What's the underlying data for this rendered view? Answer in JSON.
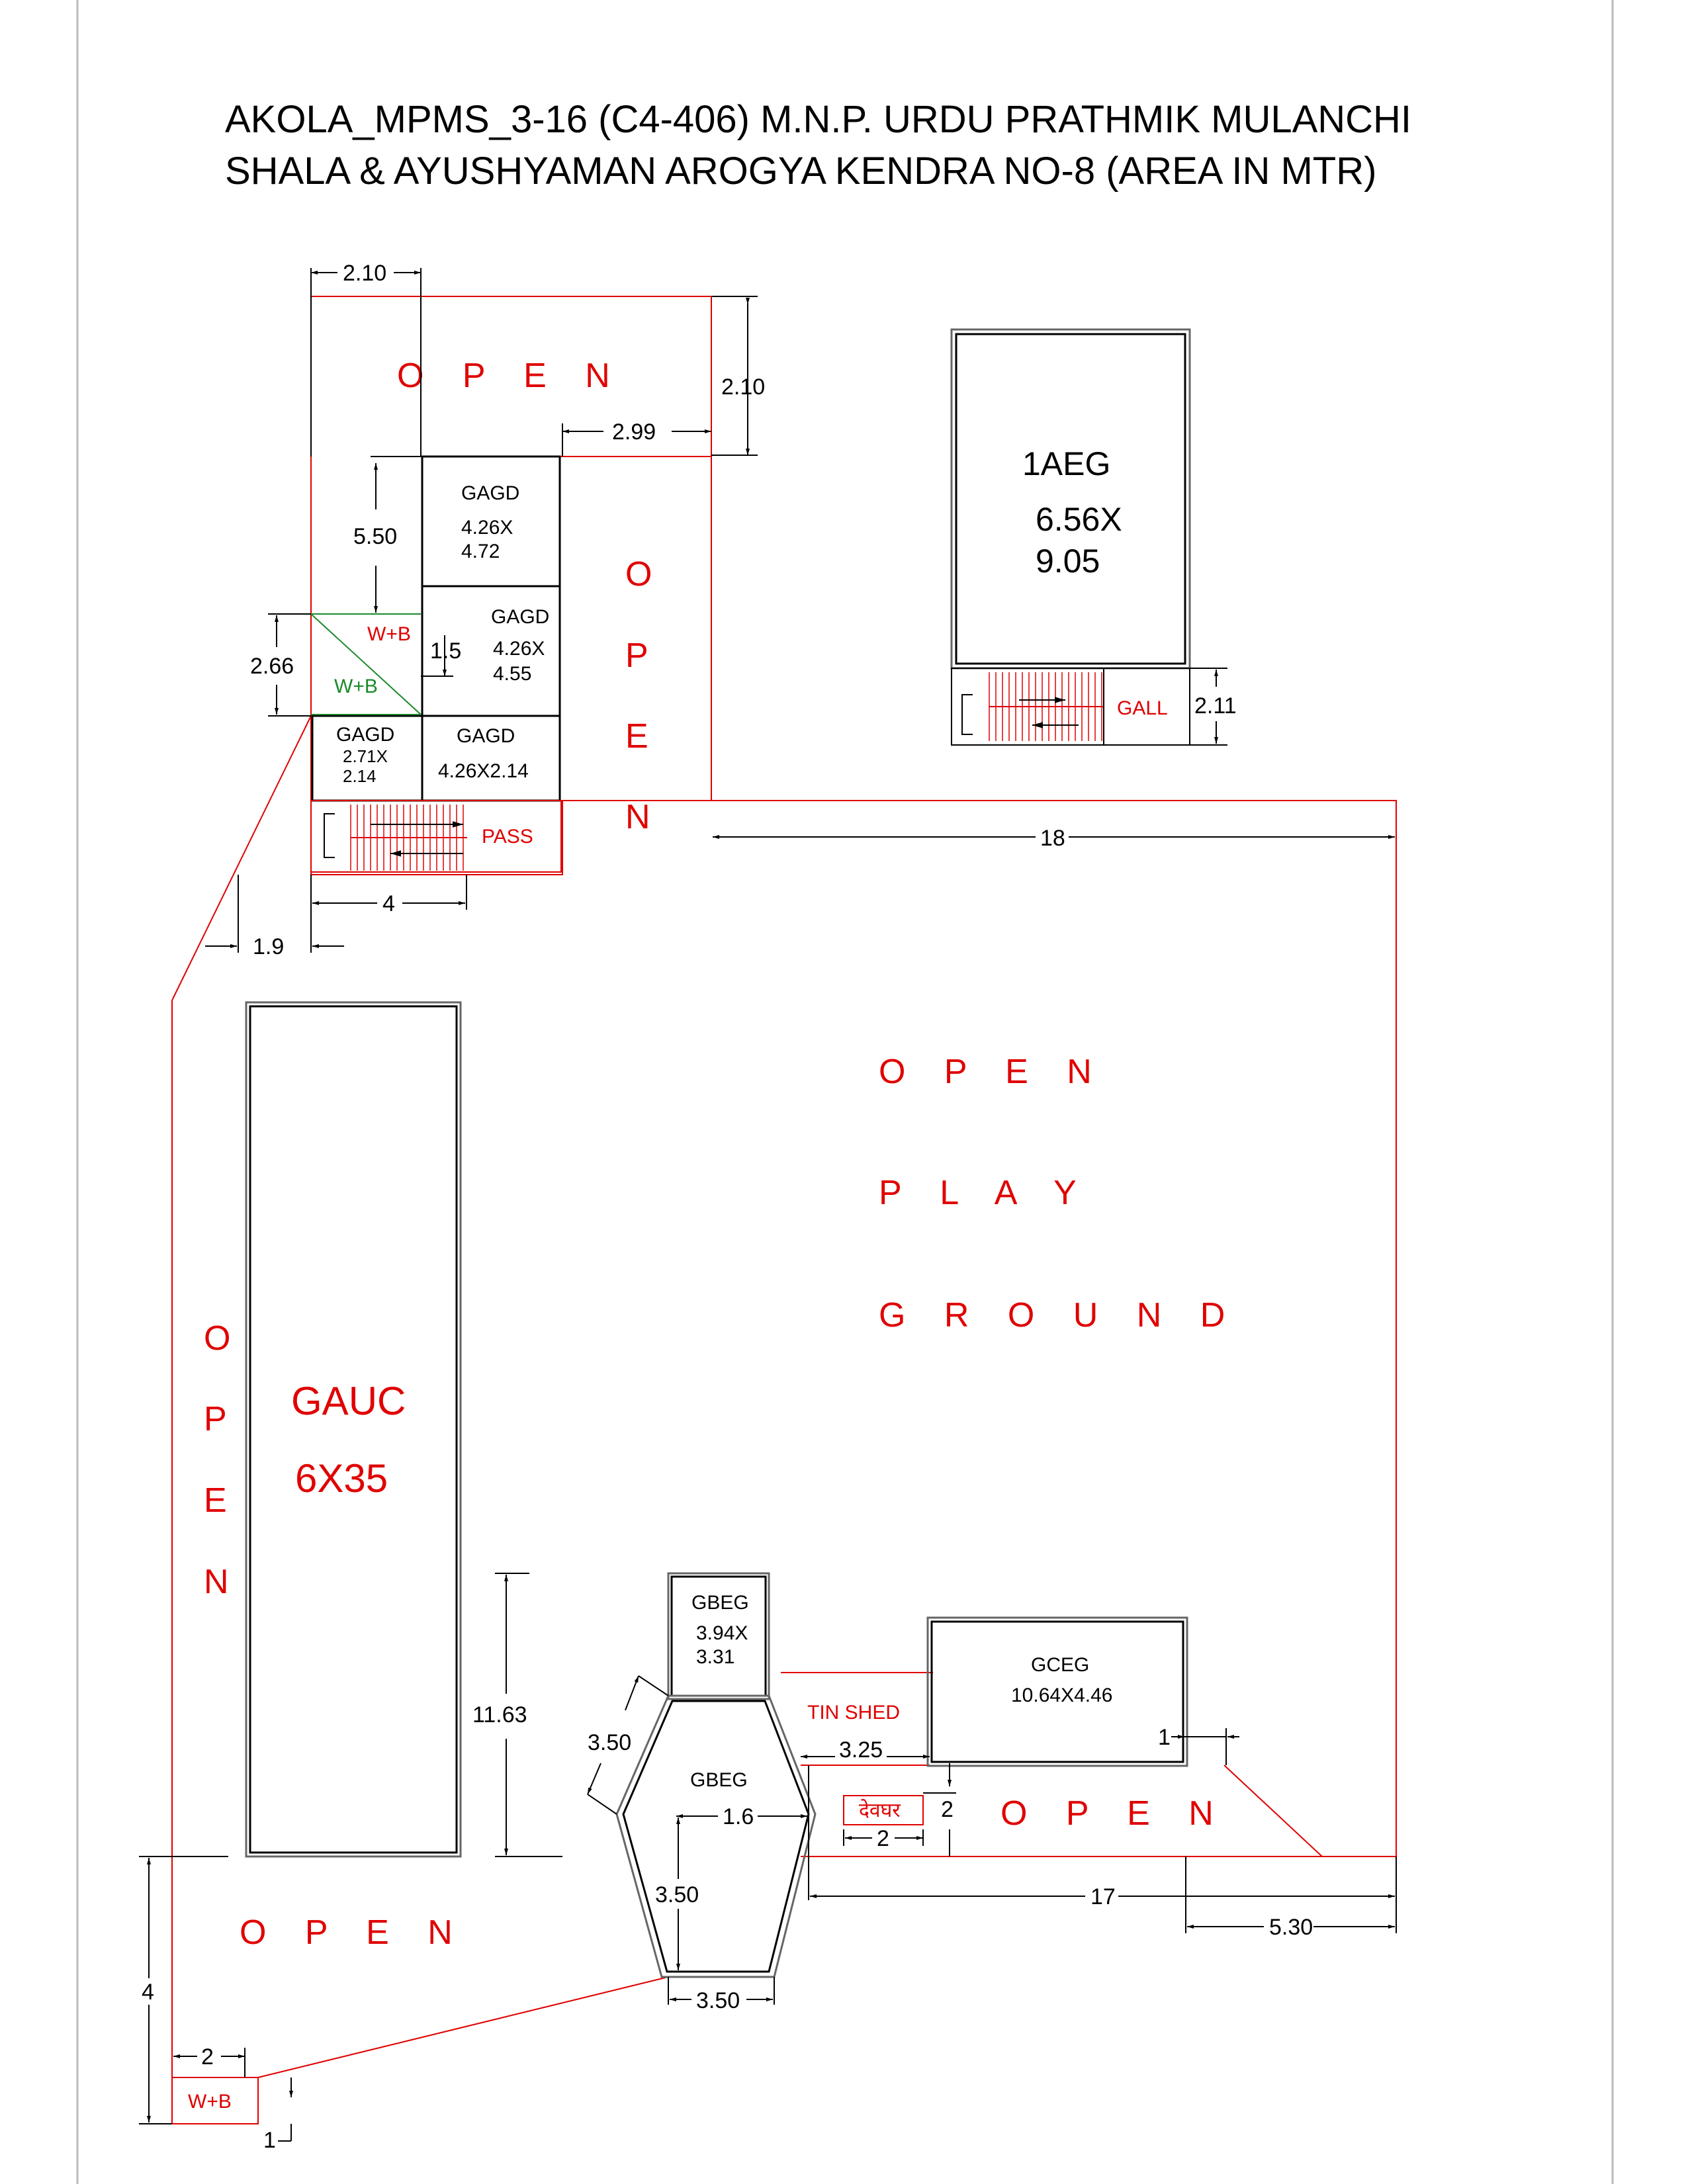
{
  "title": {
    "line1": "AKOLA_MPMS_3-16 (C4-406) M.N.P. URDU PRATHMIK MULANCHI",
    "line2": "SHALA & AYUSHYAMAN AROGYA KENDRA NO-8 (AREA IN MTR)"
  },
  "open_labels": {
    "top_left": "O P E N",
    "vertical_top": [
      "O",
      "P",
      "E",
      "N"
    ],
    "vertical_left": [
      "O",
      "P",
      "E",
      "N"
    ],
    "bottom_left": "O P E N",
    "bottom_right": "O P E N"
  },
  "playground": {
    "line1": "O P E N",
    "line2": "P L A Y",
    "line3": "G R O U N D"
  },
  "rooms": {
    "gagd_top": {
      "name": "GAGD",
      "l1": "4.26X",
      "l2": "4.72"
    },
    "gagd_mid": {
      "name": "GAGD",
      "l1": "4.26X",
      "l2": "4.55"
    },
    "gagd_small": {
      "name": "GAGD",
      "l1": "2.71X",
      "l2": "2.14"
    },
    "gagd_right": {
      "name": "GAGD",
      "l1": "4.26X2.14"
    },
    "wb_red": "W+B",
    "wb_green": "W+B",
    "wb_bottom": "W+B",
    "pass": "PASS",
    "aeg": {
      "name": "1AEG",
      "l1": "6.56X",
      "l2": "9.05"
    },
    "gall": "GALL",
    "gauc": {
      "name": "GAUC",
      "l1": "6X35"
    },
    "gbeg_top": {
      "name": "GBEG",
      "l1": "3.94X",
      "l2": "3.31"
    },
    "gbeg_hex": {
      "name": "GBEG"
    },
    "tin_shed": "TIN SHED",
    "gceg": {
      "name": "GCEG",
      "l1": "10.64X4.46"
    },
    "devghar": "देवघर"
  },
  "dimensions": {
    "top_width": "2.10",
    "top_right_height": "2.10",
    "notch_width": "2.99",
    "gagd_height": "5.50",
    "wb_height": "2.66",
    "small_height": "1.5",
    "pass_width": "4",
    "offset_left": "1.9",
    "ground_width": "18",
    "gall_height": "2.11",
    "gbeg_height": "11.63",
    "hex_side": "3.50",
    "hex_inner": "1.6",
    "hex_height": "3.50",
    "hex_bottom": "3.50",
    "shed_width": "3.25",
    "dev_height": "2",
    "dev_width": "2",
    "gceg_offset": "1",
    "bottom_width": "17",
    "bottom_right": "5.30",
    "left_height": "4",
    "wb_width": "2",
    "wb_offset": "1"
  }
}
